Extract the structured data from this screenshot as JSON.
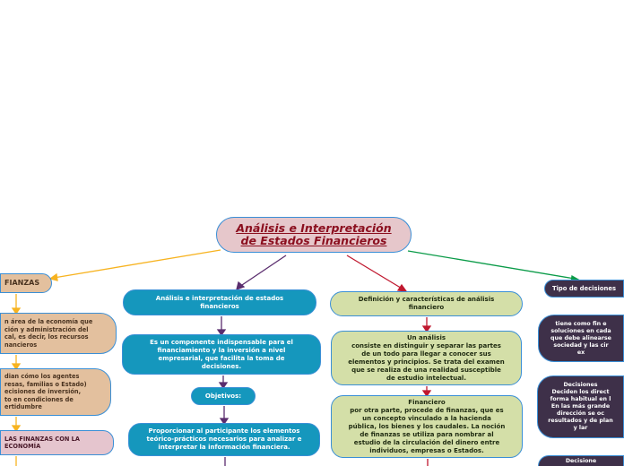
{
  "title": "Análisis e Interpretación\nde Estados Financieros",
  "left": [
    "FIANZAS",
    "n área de la economía que\nción y administración del\ncal, es decir, los recursos\nnancieros",
    "dian cómo los agentes\nresas, familias o Estado)\necisiones de inversión,\nto en condiciones de\nertidumbre",
    "LAS FINANZAS CON LA\nECONOMÍA"
  ],
  "center": [
    "Análisis e interpretación de estados\nfinancieros",
    "Es un componente indispensable para el\nfinanciamiento y la inversión a nivel\nempresarial, que facilita la toma de\ndecisiones.",
    "Objetivos:",
    "Proporcionar al participante los elementos\nteórico-prácticos necesarios para analizar e\ninterpretar la información financiera."
  ],
  "right": [
    "Definición y características de análisis\nfinanciero",
    "Un análisis\nconsiste en distinguir y separar las partes\nde un todo para llegar a conocer sus\nelementos y principios. Se trata del examen\nque se realiza de una realidad susceptible\nde estudio intelectual.",
    "Financiero\npor otra parte, procede de finanzas, que es\nun concepto vinculado a la hacienda\npública, los bienes y los caudales. La noción\nde finanzas se utiliza para nombrar al\nestudio de la circulación del dinero entre\nindividuos, empresas o Estados."
  ],
  "far_right": [
    "Tipo de decisiones",
    "tiene como fin e\nsoluciones en cada\nque debe alinearse\nsociedad y las cir\nex",
    "Decisiones\nDeciden los direct\nforma habitual en l\nEn las más grande\ndirección se oc\nresultados y de plan\ny lar",
    "Decisione"
  ],
  "colors": {
    "left_links": "#f7b320",
    "center_links": "#5a2d6e",
    "right_links": "#c0182f",
    "far_right_links": "#0a9b48"
  }
}
